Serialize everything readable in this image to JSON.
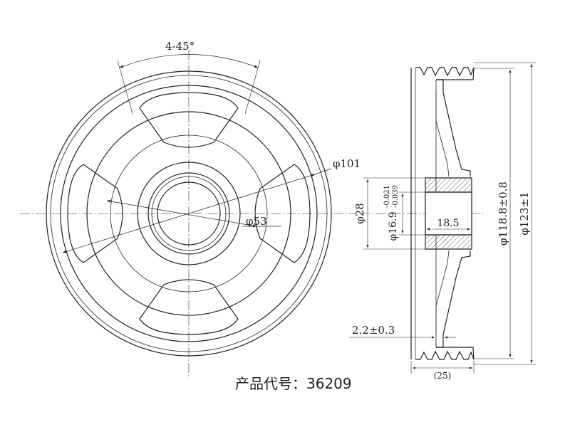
{
  "drawing": {
    "front_view": {
      "angle_label": "4-45°",
      "dia_101_label": "φ101",
      "dia_53_label": "φ53"
    },
    "side_view": {
      "dia_28_label": "φ28",
      "bore_label": "φ16.9",
      "tol_upper": "-0.021",
      "tol_lower": "-0.039",
      "hub_length_label": "18.5",
      "dia_118_label": "φ118.8±0.8",
      "dia_123_label": "φ123±1",
      "thickness_label": "2.2±0.3",
      "width_label": "(25)"
    },
    "caption": {
      "product_code": "产品代号：36209"
    }
  }
}
